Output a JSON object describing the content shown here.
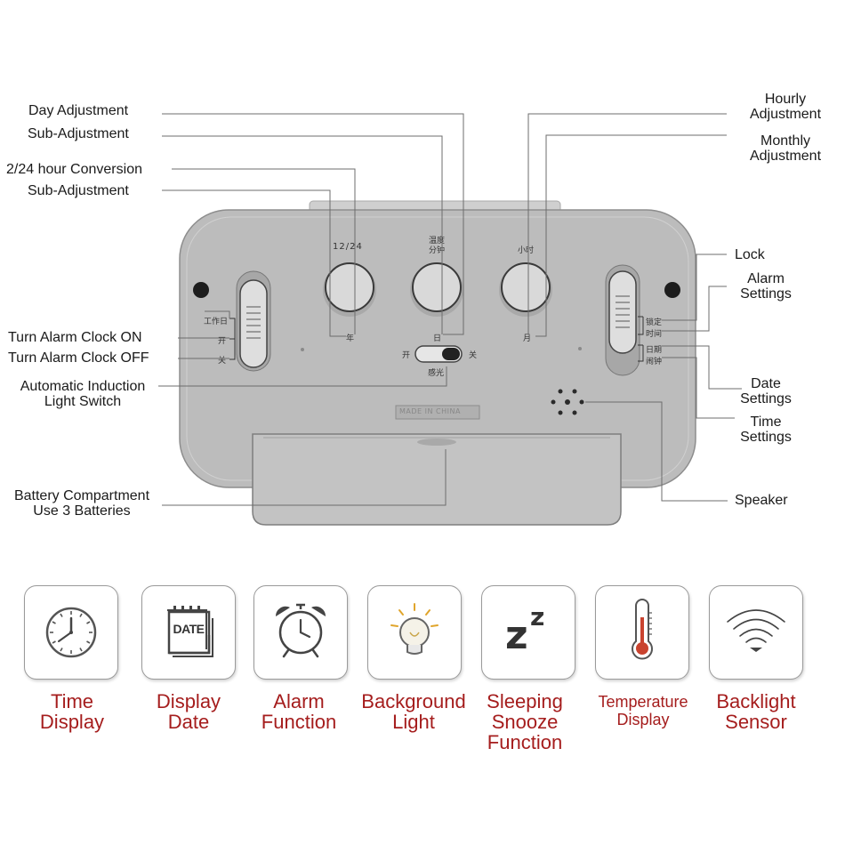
{
  "callouts": {
    "day_adjustment": "Day Adjustment",
    "sub_adjustment_1": "Sub-Adjustment",
    "hour_conversion": "2/24 hour Conversion",
    "sub_adjustment_2": "Sub-Adjustment",
    "alarm_on": "Turn Alarm Clock ON",
    "alarm_off": "Turn Alarm Clock OFF",
    "light_switch_1": "Automatic Induction",
    "light_switch_2": "Light Switch",
    "battery_1": "Battery Compartment",
    "battery_2": "Use 3 Batteries",
    "hourly_1": "Hourly",
    "hourly_2": "Adjustment",
    "monthly_1": "Monthly",
    "monthly_2": "Adjustment",
    "lock": "Lock",
    "alarm_settings_1": "Alarm",
    "alarm_settings_2": "Settings",
    "date_settings_1": "Date",
    "date_settings_2": "Settings",
    "time_settings_1": "Time",
    "time_settings_2": "Settings",
    "speaker": "Speaker"
  },
  "device": {
    "btn1_top": "12/24",
    "btn1_bottom": "年",
    "btn2_top_1": "温度",
    "btn2_top_2": "分钟",
    "btn2_bottom": "日",
    "btn3_top": "小时",
    "btn3_bottom": "月",
    "switch_left_1": "工作日",
    "switch_left_2": "开",
    "switch_left_3": "关",
    "switch_right_1": "锁定",
    "switch_right_2": "时间",
    "switch_right_3": "日期",
    "switch_right_4": "闹钟",
    "slider_left": "开",
    "slider_right": "关",
    "slider_label": "感光",
    "made_in": "MADE IN CHINA"
  },
  "features": [
    {
      "icon": "clock-icon",
      "line1": "Time",
      "line2": "Display",
      "line3": ""
    },
    {
      "icon": "date-calendar-icon",
      "line1": "Display",
      "line2": "Date",
      "line3": ""
    },
    {
      "icon": "alarm-clock-icon",
      "line1": "Alarm",
      "line2": "Function",
      "line3": ""
    },
    {
      "icon": "light-bulb-icon",
      "line1": "Background",
      "line2": "Light",
      "line3": ""
    },
    {
      "icon": "snooze-zz-icon",
      "line1": "Sleeping",
      "line2": "Snooze",
      "line3": "Function"
    },
    {
      "icon": "thermometer-icon",
      "line1": "Temperature",
      "line2": "Display",
      "line3": ""
    },
    {
      "icon": "wifi-sensor-icon",
      "line1": "Backlight",
      "line2": "Sensor",
      "line3": ""
    }
  ],
  "date_icon_text": "DATE",
  "snooze_icon_text": "z"
}
